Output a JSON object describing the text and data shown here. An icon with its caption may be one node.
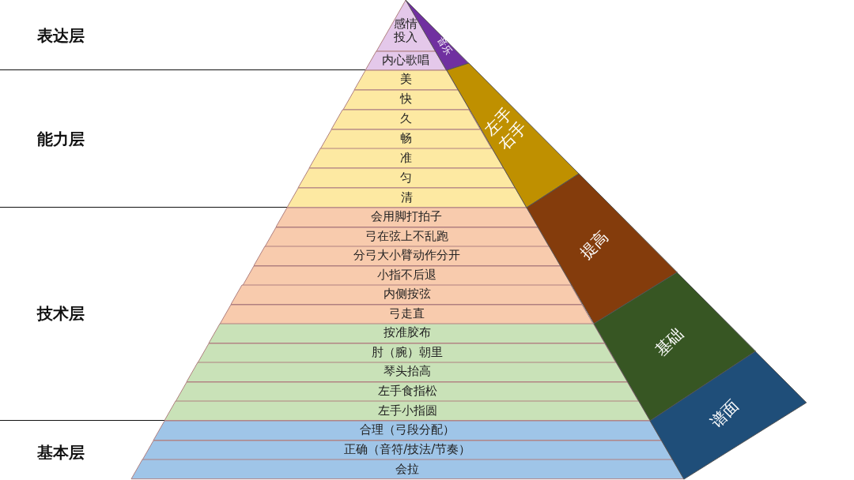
{
  "diagram": {
    "nodes": [
      {
        "text": [
          "感情投入"
        ]
      },
      {
        "text": [
          "内心歌唱"
        ]
      },
      {
        "text": [
          "美"
        ]
      },
      {
        "text": [
          "快"
        ]
      },
      {
        "text": [
          "久"
        ]
      },
      {
        "text": [
          "畅"
        ]
      },
      {
        "text": [
          "准"
        ]
      },
      {
        "text": [
          "匀"
        ]
      },
      {
        "text": [
          "清"
        ]
      },
      {
        "text": [
          "会用脚打拍子"
        ]
      },
      {
        "text": [
          "弓在弦上不乱跑"
        ]
      },
      {
        "text": [
          "分弓大小臂动作分开"
        ]
      },
      {
        "text": [
          "小指不后退"
        ]
      },
      {
        "text": [
          "内侧按弦"
        ]
      },
      {
        "text": [
          "弓走直"
        ]
      },
      {
        "text": [
          "按准胶布"
        ]
      },
      {
        "text": [
          "肘（腕）朝里"
        ]
      },
      {
        "text": [
          "琴头抬高"
        ]
      },
      {
        "text": [
          "左手食指松"
        ]
      },
      {
        "text": [
          "左手小指圆"
        ]
      },
      {
        "text": [
          "合理（弓段分配）"
        ]
      },
      {
        "text": [
          "正确（音符/技法/节奏）"
        ]
      },
      {
        "text": [
          "会拉"
        ]
      },
      {
        "text": [
          "音乐"
        ]
      },
      {
        "text": [
          "左手",
          "右手"
        ]
      },
      {
        "text": [
          "提高"
        ]
      },
      {
        "text": [
          "基础"
        ]
      },
      {
        "text": [
          "谱面"
        ]
      }
    ],
    "edges": [],
    "labels": [
      "表达层",
      "能力层",
      "技术层",
      "基本层"
    ]
  }
}
